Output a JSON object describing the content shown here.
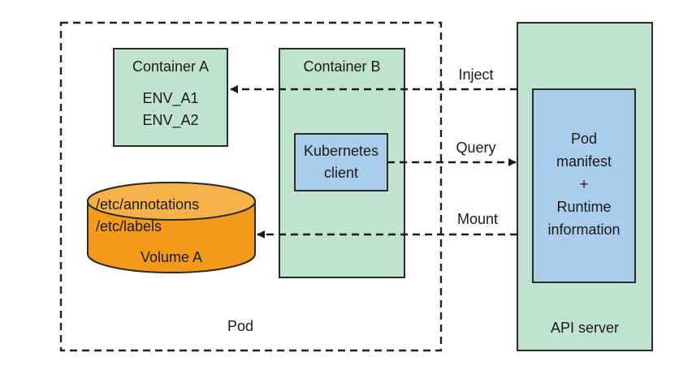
{
  "pod": {
    "label": "Pod"
  },
  "container_a": {
    "title": "Container A",
    "env_vars": [
      "ENV_A1",
      "ENV_A2"
    ]
  },
  "container_b": {
    "title": "Container B",
    "client": [
      "Kubernetes",
      "client"
    ]
  },
  "volume_a": {
    "paths": [
      "/etc/annotations",
      "/etc/labels"
    ],
    "label": "Volume A"
  },
  "api_server": {
    "label": "API server",
    "manifest_lines": [
      "Pod",
      "manifest",
      "+",
      "Runtime",
      "information"
    ]
  },
  "arrows": {
    "inject": "Inject",
    "query": "Query",
    "mount": "Mount"
  },
  "colors": {
    "container_fill": "#bfe3cf",
    "container_stroke": "#2b2b2b",
    "client_fill": "#a9cdea",
    "volume_fill": "#f39a1c",
    "volume_top": "#f7b34a",
    "api_fill": "#bfe3cf"
  }
}
